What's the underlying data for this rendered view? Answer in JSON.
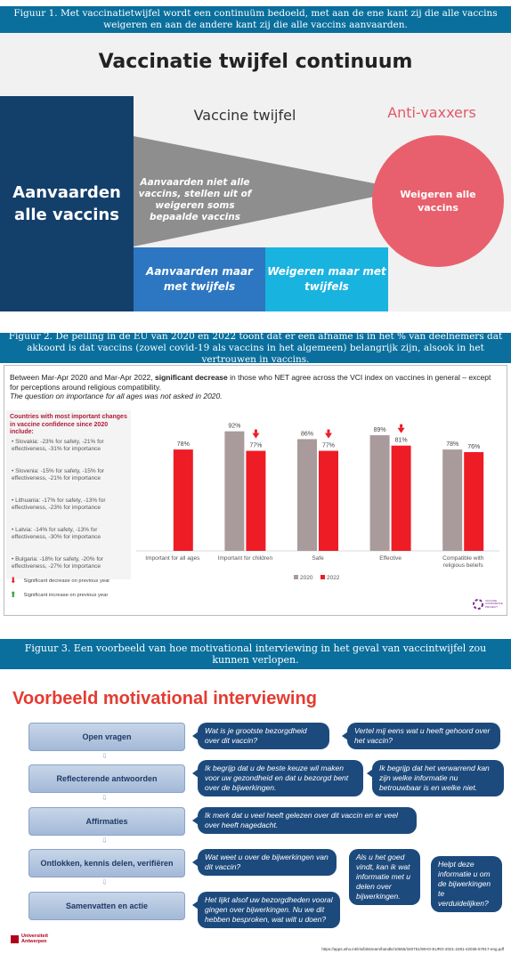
{
  "fig1": {
    "caption": "Figuur 1. Met vaccinatietwijfel wordt een continuüm bedoeld, met aan de ene kant zij die alle vaccins weigeren en aan de andere kant zij die alle vaccins aanvaarden.",
    "title": "Vaccinatie twijfel continuum",
    "left_box": "Aanvaarden alle vaccins",
    "hesitancy_label": "Vaccine twijfel",
    "triangle_text": "Aanvaarden niet alle vaccins, stellen uit of weigeren soms bepaalde vaccins",
    "antivax_label": "Anti-vaxxers",
    "circle_text": "Weigeren alle vaccins",
    "box_accept_doubt": "Aanvaarden maar met twijfels",
    "box_refuse_doubt": "Weigeren maar met twijfels"
  },
  "fig2": {
    "caption": "Figuur 2. De peiling in de EU van 2020 en 2022 toont dat er een afname is in het % van deelnemers dat akkoord is dat vaccins (zowel covid-19 als vaccins in het algemeen) belangrijk zijn, alsook in het vertrouwen in vaccins.",
    "intro_a": "Between Mar-Apr 2020 and Mar-Apr 2022, ",
    "intro_b": "significant decrease",
    "intro_c": " in those who NET agree across the VCI index on vaccines in general – except for perceptions around religious compatibility.",
    "intro_note": "The question on importance for all ages was not asked in 2020.",
    "side_heading": "Countries with most important changes in vaccine confidence since 2020 include:",
    "side_items": [
      "Slovakia: -23% for safety, -21% for effectiveness, -31% for importance",
      "Slovenia: -15% for safety, -15% for effectiveness, -21% for importance",
      "Lithuania: -17% for safety, -13% for effectiveness, -23% for importance",
      "Latvia: -14% for safety, -13% for effectiveness, -30% for importance",
      "Bulgaria: -18% for safety, -20% for effectiveness, -27% for importance"
    ],
    "legend_decrease": "Significant decrease on previous year",
    "legend_increase": "Significant increase on previous year",
    "logo_text": "VACCINE CONFIDENCE PROJECT"
  },
  "chart_data": {
    "type": "bar",
    "categories": [
      "Important for all ages",
      "Important for children",
      "Safe",
      "Effective",
      "Compatible with religious beliefs"
    ],
    "series": [
      {
        "name": "2020",
        "values": [
          null,
          92,
          86,
          89,
          78
        ],
        "color": "#a99a9c"
      },
      {
        "name": "2022",
        "values": [
          78,
          77,
          77,
          81,
          76
        ],
        "color": "#ee1c25"
      }
    ],
    "value_labels_2020": [
      "",
      "92%",
      "86%",
      "89%",
      "78%"
    ],
    "value_labels_2022": [
      "78%",
      "77%",
      "77%",
      "81%",
      "76%"
    ],
    "significant_decrease": [
      false,
      true,
      true,
      true,
      false
    ],
    "ylim": [
      0,
      100
    ],
    "legend": "bottom"
  },
  "fig3": {
    "caption": "Figuur 3. Een voorbeeld van hoe motivational interviewing in het geval van vaccintwijfel zou kunnen verlopen.",
    "title": "Voorbeeld motivational interviewing",
    "steps": [
      "Open vragen",
      "Reflecterende antwoorden",
      "Affirmaties",
      "Ontlokken, kennis delen, verifiëren",
      "Samenvatten en actie"
    ],
    "bubbles": [
      "Wat is je grootste bezorgdheid over dit vaccin?",
      "Vertel mij eens wat u heeft gehoord over het vaccin?",
      "Ik begrijp dat u de beste keuze wil maken voor uw gezondheid en dat u bezorgd bent over de bijwerkingen.",
      "Ik begrijp dat het verwarrend kan zijn welke informatie nu betrouwbaar is en welke niet.",
      "Ik merk dat u veel heeft gelezen over dit vaccin en er veel over heeft nagedacht.",
      "Wat weet u over de bijwerkingen van dit vaccin?",
      "Als u het goed vindt, kan ik wat informatie met u delen over bijwerkingen.",
      "Helpt deze informatie u om de bijwerkingen te verduidelijken?",
      "Het lijkt alsof uw bezorgdheden vooral gingen over bijwerkingen. Nu we dit hebben besproken, wat wilt u doen?"
    ],
    "logo": "Universiteit Antwerpen",
    "url": "https://apps.who.int/iris/bitstream/handle/10665/340751/WHO-EURO-2021-2281-42036-57817-eng.pdf"
  },
  "colors": {
    "caption_bg": "#0a6f9d",
    "navy": "#133f6b",
    "bar_2020": "#a99a9c",
    "bar_2022": "#ee1c25",
    "bubble": "#1d4a7c",
    "title_red": "#e53b31"
  }
}
